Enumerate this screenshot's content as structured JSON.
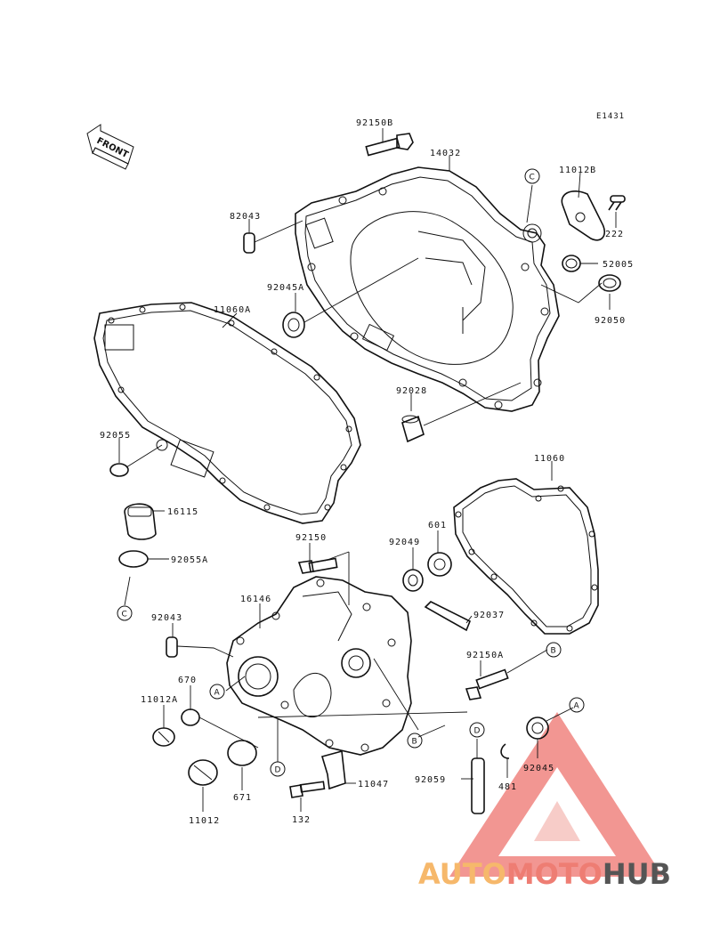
{
  "diagram": {
    "code": "E1431",
    "front_label": "FRONT",
    "parts": [
      {
        "id": "p92150b",
        "number": "92150B"
      },
      {
        "id": "p14032",
        "number": "14032"
      },
      {
        "id": "p11012b",
        "number": "11012B"
      },
      {
        "id": "p222",
        "number": "222"
      },
      {
        "id": "p82043a",
        "number": "82043"
      },
      {
        "id": "p52005",
        "number": "52005"
      },
      {
        "id": "p92045a",
        "number": "92045A"
      },
      {
        "id": "p92050",
        "number": "92050"
      },
      {
        "id": "p11060a",
        "number": "11060A"
      },
      {
        "id": "p92028",
        "number": "92028"
      },
      {
        "id": "p92055",
        "number": "92055"
      },
      {
        "id": "p11060",
        "number": "11060"
      },
      {
        "id": "p16115",
        "number": "16115"
      },
      {
        "id": "p92150",
        "number": "92150"
      },
      {
        "id": "p92049",
        "number": "92049"
      },
      {
        "id": "p601",
        "number": "601"
      },
      {
        "id": "p92055a",
        "number": "92055A"
      },
      {
        "id": "p16146",
        "number": "16146"
      },
      {
        "id": "p92037",
        "number": "92037"
      },
      {
        "id": "p82043b",
        "number": "92043"
      },
      {
        "id": "p92150a",
        "number": "92150A"
      },
      {
        "id": "p670",
        "number": "670"
      },
      {
        "id": "p11012a",
        "number": "11012A"
      },
      {
        "id": "p92045",
        "number": "92045"
      },
      {
        "id": "p92059",
        "number": "92059"
      },
      {
        "id": "p481",
        "number": "481"
      },
      {
        "id": "p671",
        "number": "671"
      },
      {
        "id": "p11047",
        "number": "11047"
      },
      {
        "id": "p11012",
        "number": "11012"
      },
      {
        "id": "p132",
        "number": "132"
      }
    ],
    "refs": {
      "a": "A",
      "b": "B",
      "c": "C",
      "d": "D"
    }
  },
  "watermark": {
    "part1": "AUTO",
    "part2": "MOTO",
    "part3": "HUB"
  },
  "colors": {
    "watermark_red": "#e8413a",
    "watermark_orange": "#f6b86b",
    "watermark_gray": "#555555",
    "line": "#111111"
  }
}
